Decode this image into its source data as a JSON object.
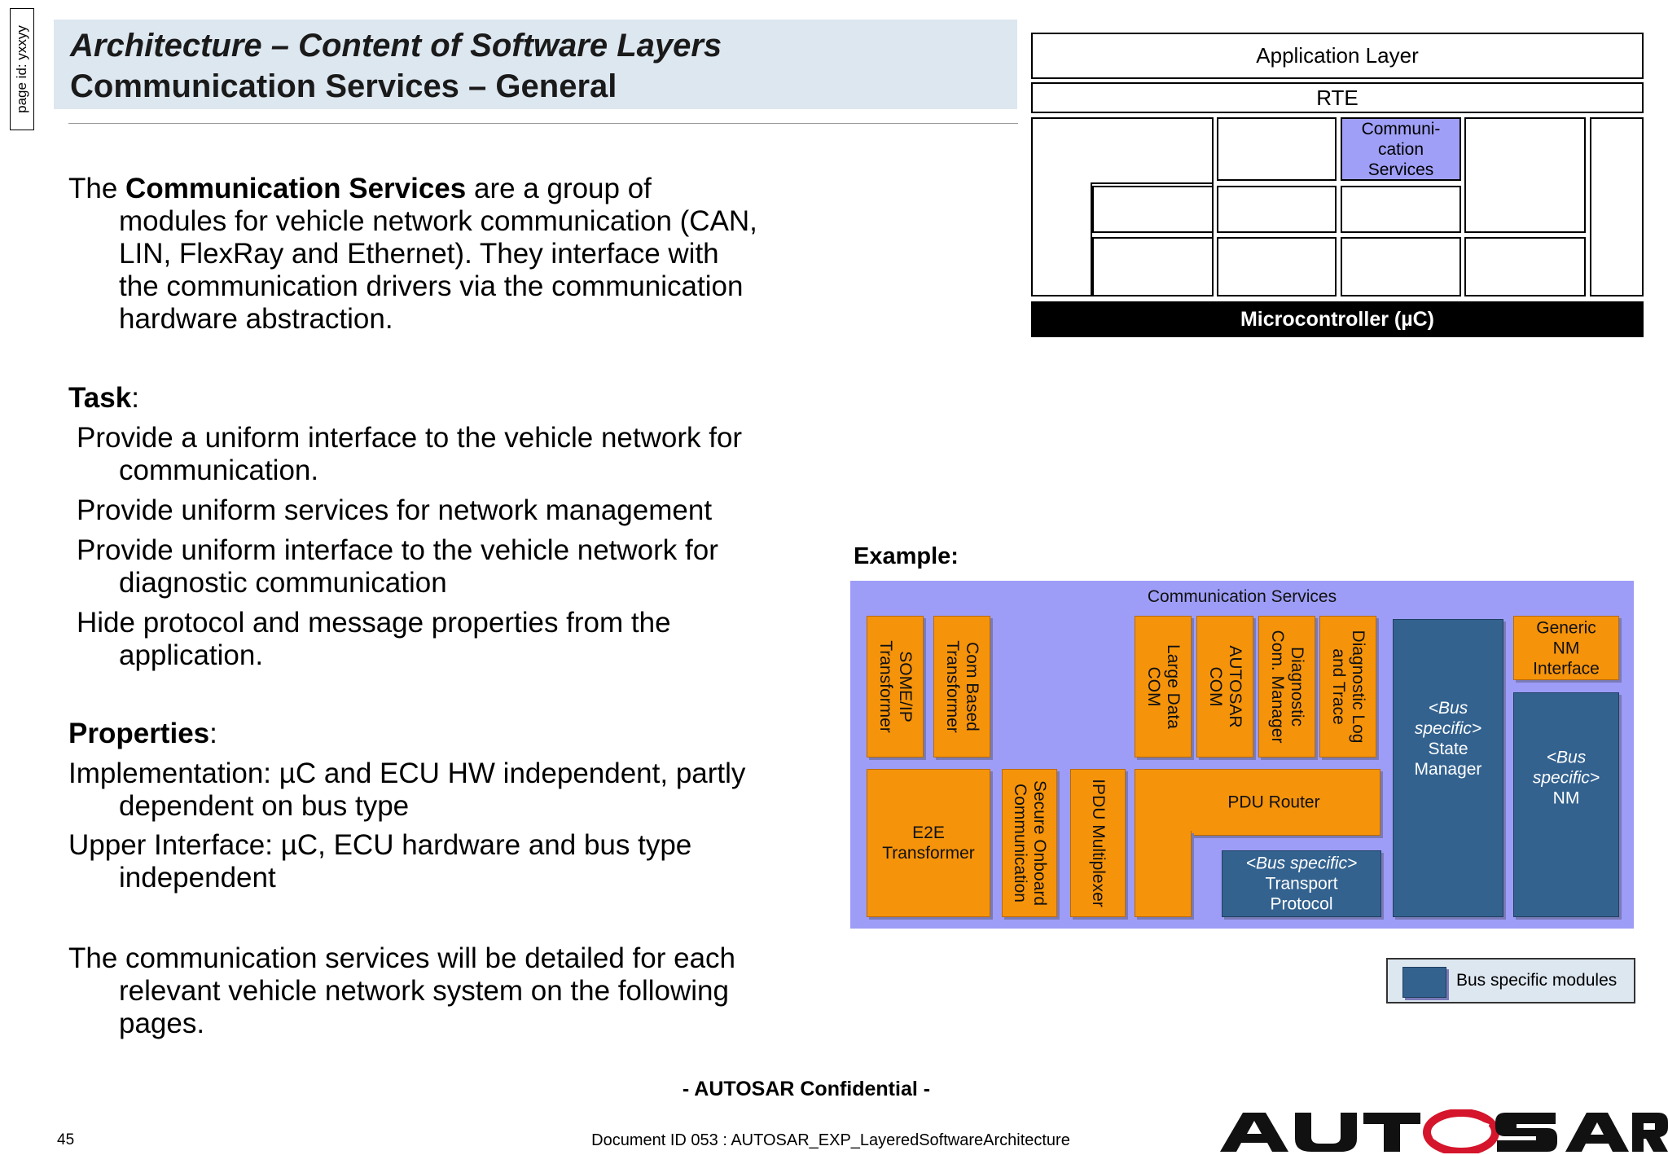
{
  "page_id": "page id: yxxyy",
  "title": {
    "line1": "Architecture – Content of Software Layers",
    "line2": "Communication Services – General"
  },
  "intro": {
    "pre": "The ",
    "bold": "Communication Services",
    "post": " are a group of",
    "lines": [
      "modules for vehicle network communication (CAN,",
      "LIN, FlexRay and Ethernet). They interface with",
      "the communication drivers via the communication",
      "hardware abstraction."
    ]
  },
  "task": {
    "heading": "Task",
    "colon": ":",
    "items": [
      {
        "first": "Provide a uniform interface to the vehicle network for",
        "rest": "communication."
      },
      {
        "first": "Provide uniform services for network management",
        "rest": ""
      },
      {
        "first": "Provide uniform interface to the vehicle network for",
        "rest": "diagnostic communication"
      },
      {
        "first": "Hide protocol and message properties from the",
        "rest": "application."
      }
    ]
  },
  "properties": {
    "heading": "Properties",
    "colon": ":",
    "items": [
      {
        "first": "Implementation: µC and ECU HW independent, partly",
        "rest": "dependent on bus type"
      },
      {
        "first": "Upper Interface: µC, ECU hardware and bus type",
        "rest": "independent"
      }
    ]
  },
  "closing": {
    "first": "The communication services will be detailed for each",
    "lines": [
      "relevant vehicle network system on the following",
      "pages."
    ]
  },
  "layer_diagram": {
    "application_layer": "Application Layer",
    "rte": "RTE",
    "highlighted": "Communi-\ncation\nServices",
    "microcontroller": "Microcontroller (µC)"
  },
  "example": {
    "label": "Example:",
    "panel_title": "Communication Services",
    "someip": "SOME/IP\nTransformer",
    "com_based": "Com Based\nTransformer",
    "large_data": "Large Data\nCOM",
    "autosar_com": "AUTOSAR\nCOM",
    "diag_com": "Diagnostic\nCom. Manager",
    "diag_log": "Diagnostic Log\nand Trace",
    "generic_nm": "Generic\nNM\nInterface",
    "e2e": "E2E\nTransformer",
    "secoc": "Secure Onboard\nCommunication",
    "ipdu": "IPDU Multiplexer",
    "pdu_router": "PDU Router",
    "tp_italic": "<Bus specific>",
    "tp_rest": "Transport\nProtocol",
    "sm_italic": "<Bus\nspecific>",
    "sm_rest": "State\nManager",
    "nm_italic": "<Bus\nspecific>",
    "nm_rest": "NM"
  },
  "legend": {
    "label": "Bus specific modules",
    "swatch_color": "#33628f"
  },
  "footer": {
    "confidential": "- AUTOSAR Confidential -",
    "page_number": "45",
    "document_id": "Document ID 053 : AUTOSAR_EXP_LayeredSoftwareArchitecture",
    "logo_text": "AUTOSAR"
  },
  "colors": {
    "title_bg": "#dde7f0",
    "comm_panel": "#9d9df7",
    "module_orange": "#f5930b",
    "module_blue": "#33628f",
    "logo_red": "#d4152b"
  }
}
